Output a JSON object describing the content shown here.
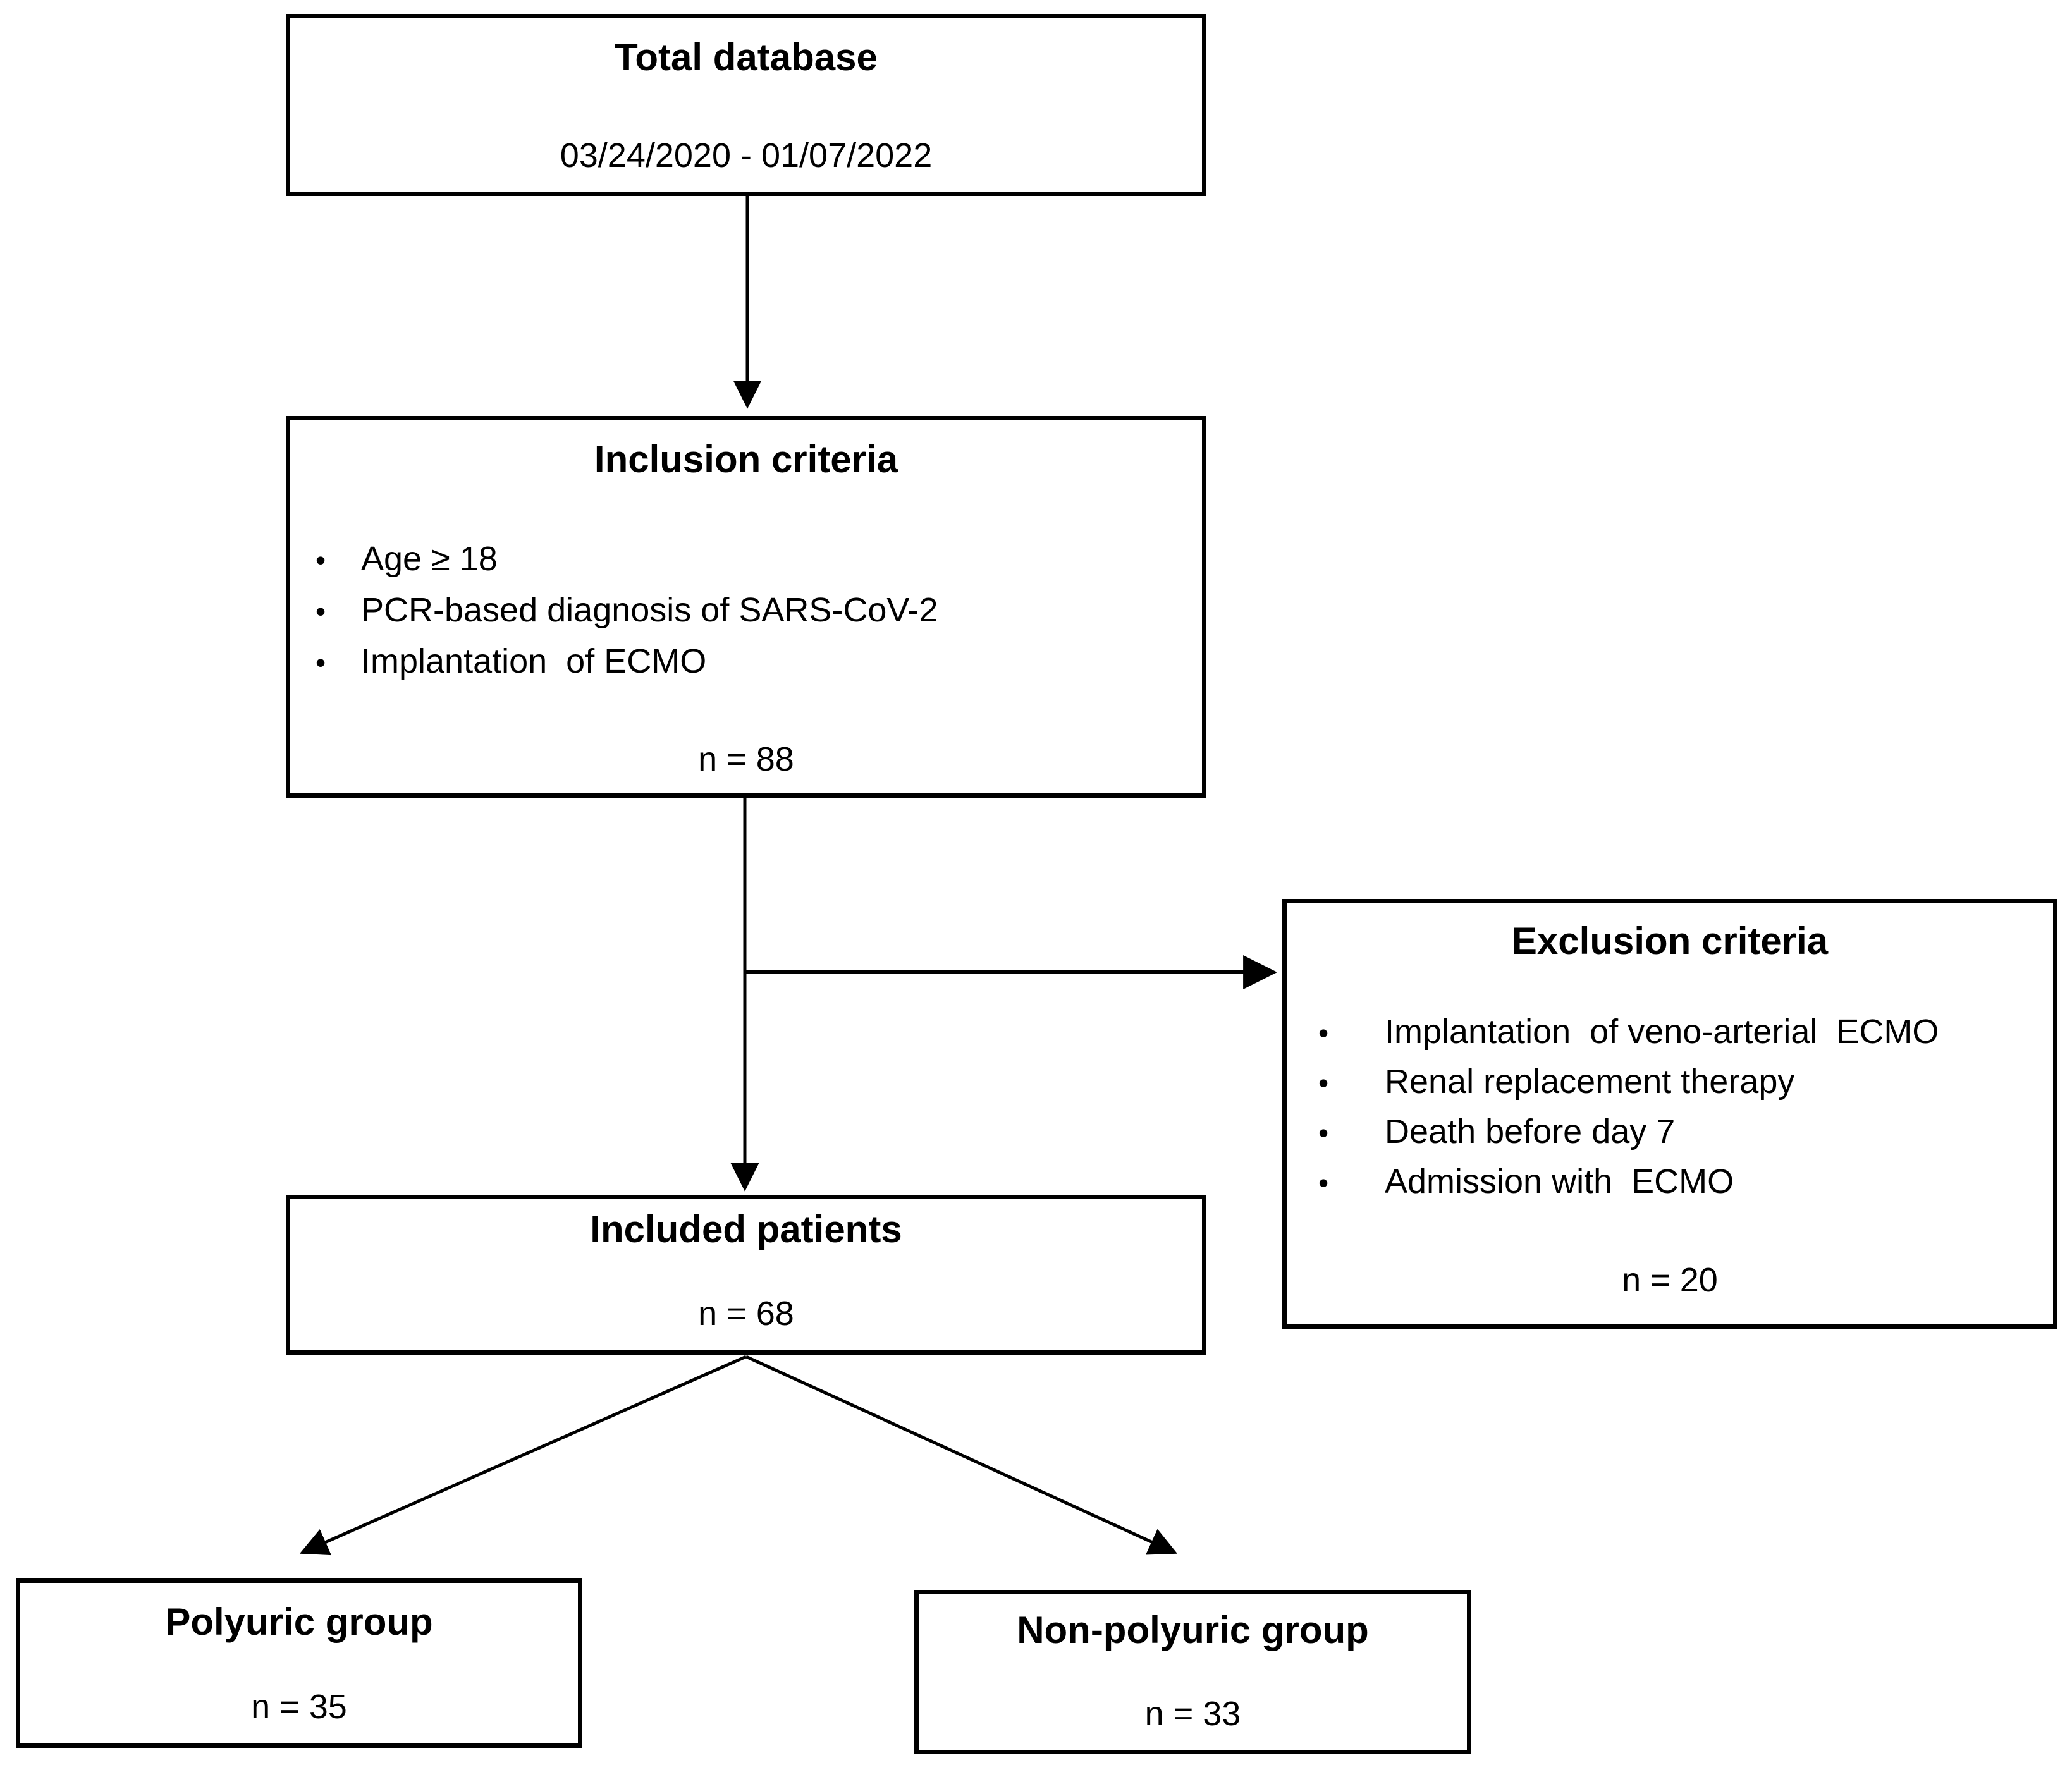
{
  "diagram": {
    "background_color": "#ffffff",
    "line_color": "#000000",
    "bullet_char": "•",
    "boxes": {
      "total_database": {
        "title": "Total database",
        "date_range": "03/24/2020 - 01/07/2022"
      },
      "inclusion_criteria": {
        "title": "Inclusion criteria",
        "bullets": [
          "Age ≥ 18",
          "PCR-based diagnosis of SARS-CoV-2",
          "Implantation  of ECMO"
        ],
        "count": "n = 88"
      },
      "exclusion_criteria": {
        "title": "Exclusion criteria",
        "bullets": [
          "Implantation  of veno-arterial  ECMO",
          "Renal replacement therapy",
          "Death before day 7",
          "Admission with  ECMO"
        ],
        "count": "n = 20"
      },
      "included_patients": {
        "title": "Included patients",
        "count": "n = 68"
      },
      "polyuric_group": {
        "title": "Polyuric group",
        "count": "n = 35"
      },
      "non_polyuric_group": {
        "title": "Non-polyuric group",
        "count": "n = 33"
      }
    }
  }
}
